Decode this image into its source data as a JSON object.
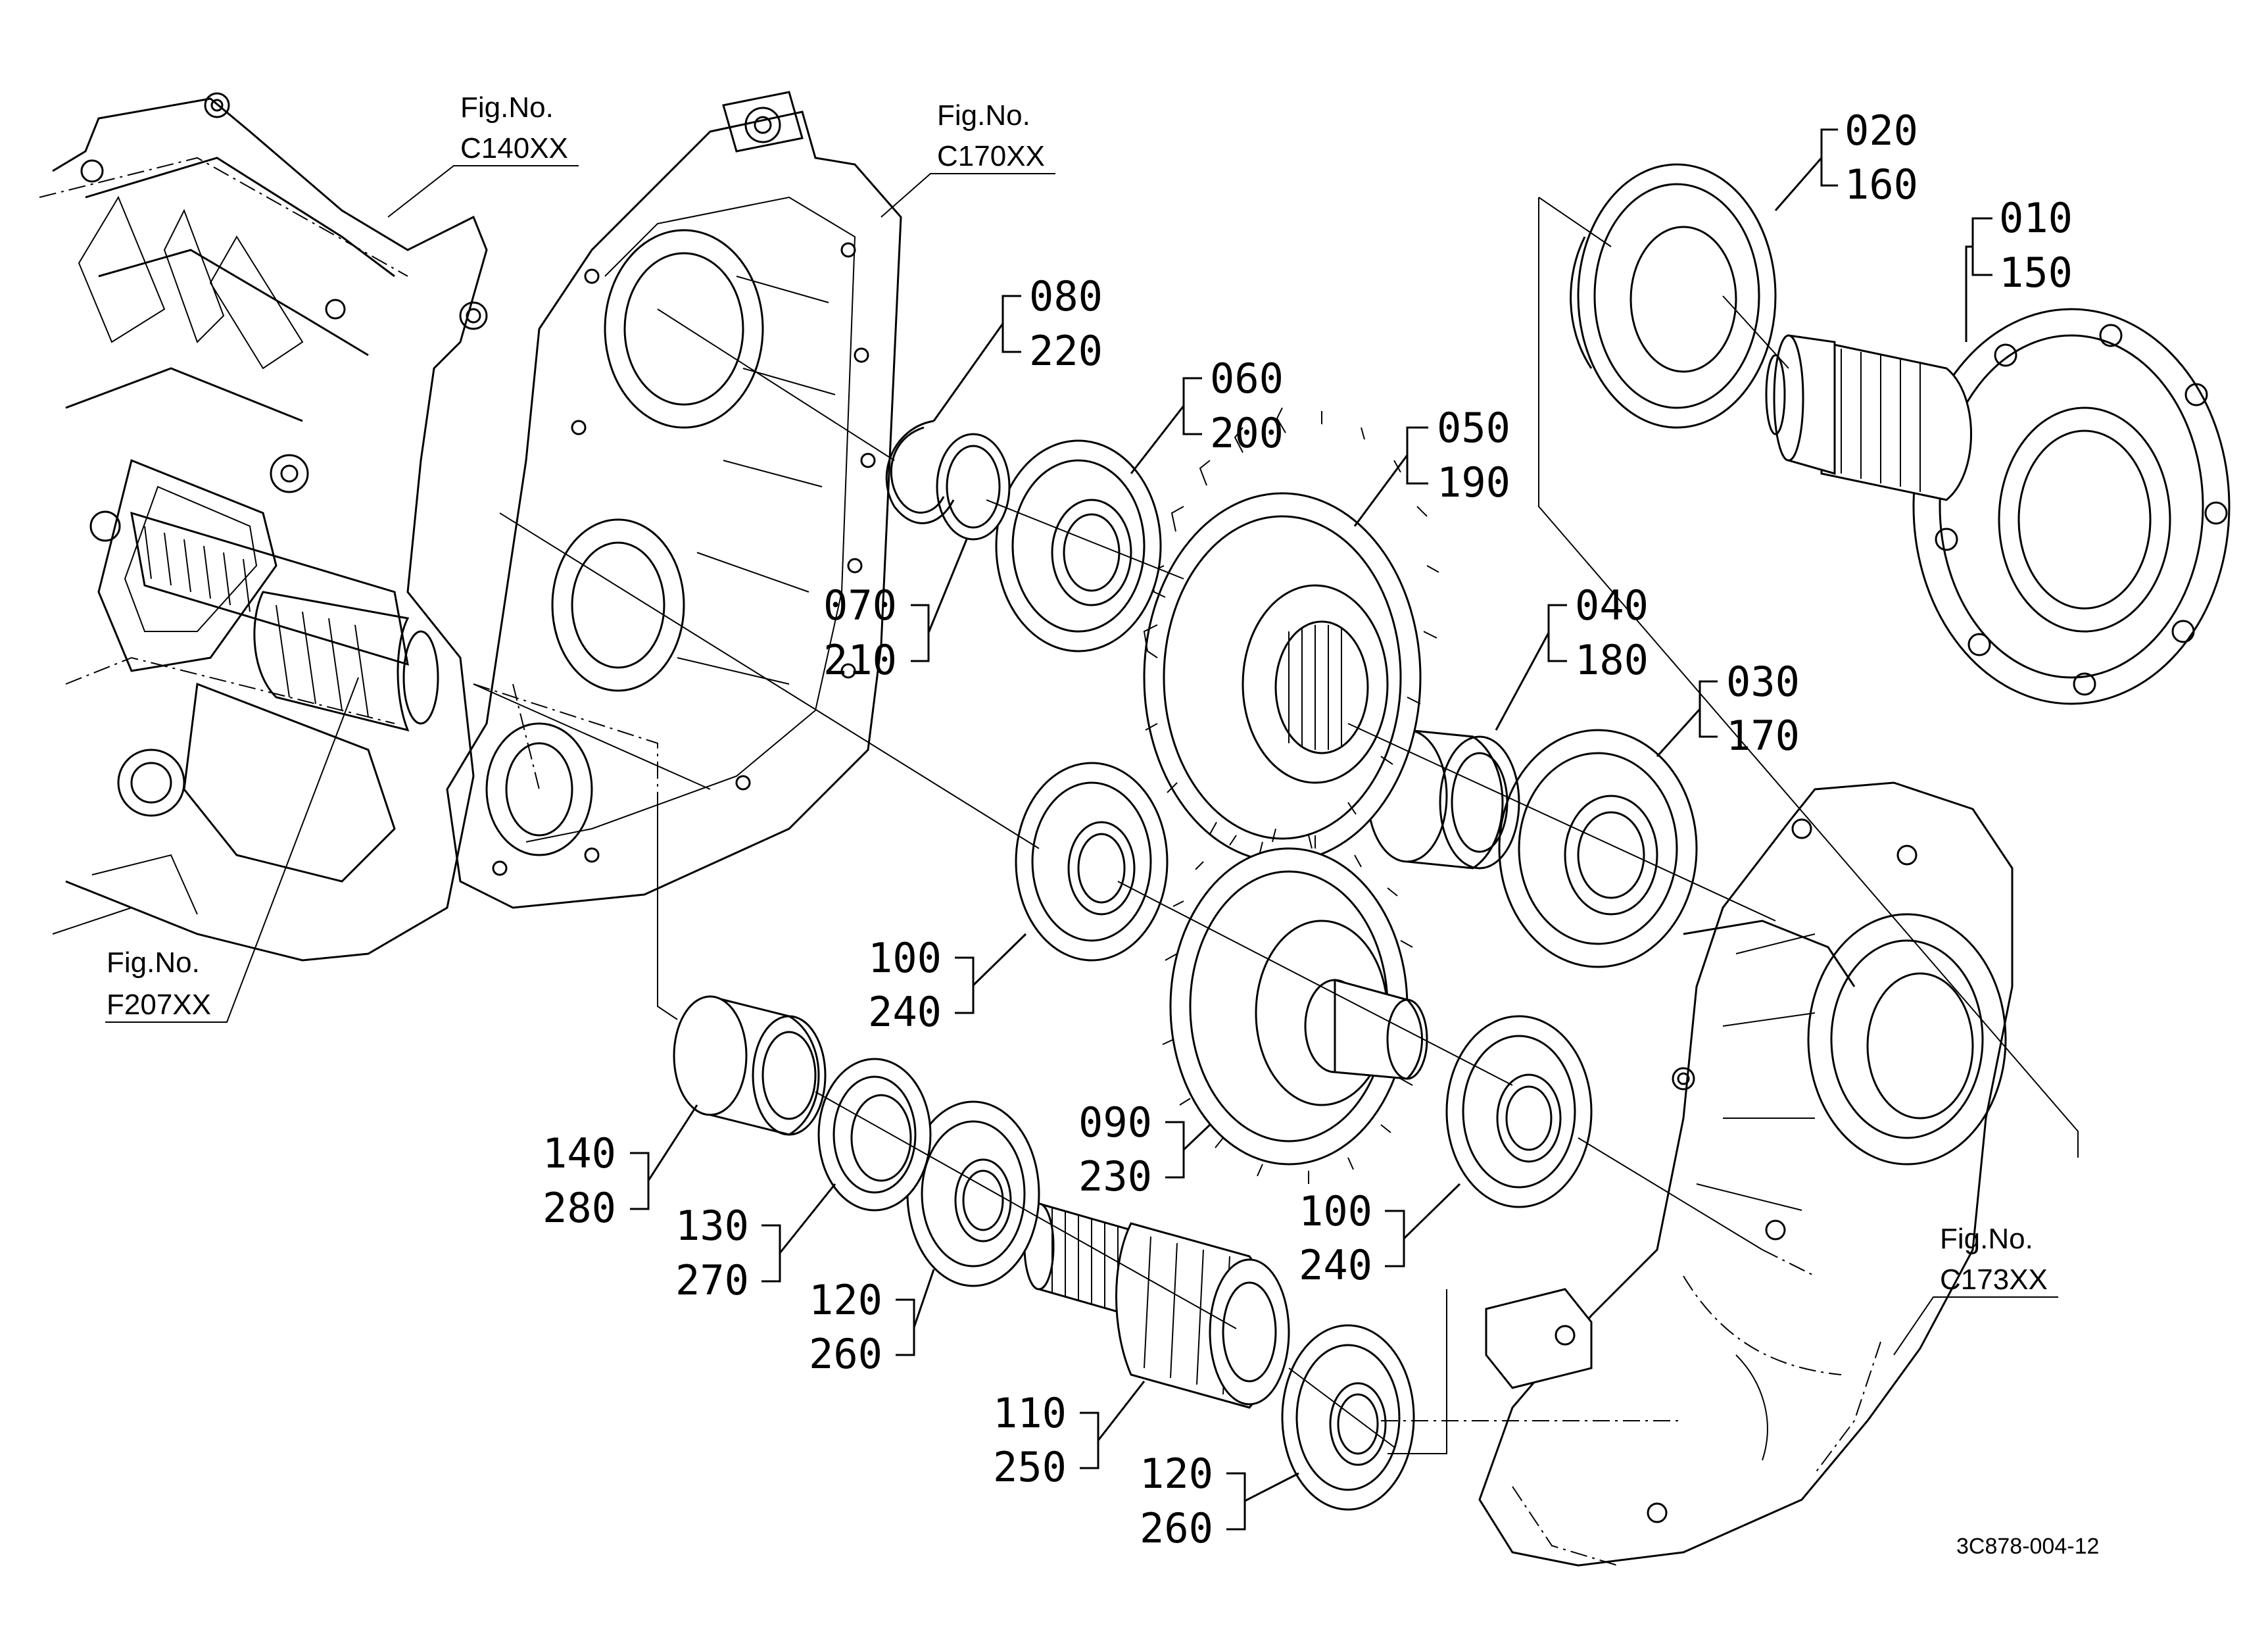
{
  "diagram": {
    "part_labels": [
      {
        "id": "p010",
        "top": "010",
        "bottom": "150"
      },
      {
        "id": "p020",
        "top": "020",
        "bottom": "160"
      },
      {
        "id": "p030",
        "top": "030",
        "bottom": "170"
      },
      {
        "id": "p040",
        "top": "040",
        "bottom": "180"
      },
      {
        "id": "p050",
        "top": "050",
        "bottom": "190"
      },
      {
        "id": "p060",
        "top": "060",
        "bottom": "200"
      },
      {
        "id": "p070",
        "top": "070",
        "bottom": "210"
      },
      {
        "id": "p080",
        "top": "080",
        "bottom": "220"
      },
      {
        "id": "p090",
        "top": "090",
        "bottom": "230"
      },
      {
        "id": "p100a",
        "top": "100",
        "bottom": "240"
      },
      {
        "id": "p100b",
        "top": "100",
        "bottom": "240"
      },
      {
        "id": "p110",
        "top": "110",
        "bottom": "250"
      },
      {
        "id": "p120a",
        "top": "120",
        "bottom": "260"
      },
      {
        "id": "p120b",
        "top": "120",
        "bottom": "260"
      },
      {
        "id": "p130",
        "top": "130",
        "bottom": "270"
      },
      {
        "id": "p140",
        "top": "140",
        "bottom": "280"
      }
    ],
    "figure_refs": [
      {
        "id": "c140",
        "label": "Fig.No.",
        "code": "C140XX"
      },
      {
        "id": "c170",
        "label": "Fig.No.",
        "code": "C170XX"
      },
      {
        "id": "f207",
        "label": "Fig.No.",
        "code": "F207XX"
      },
      {
        "id": "c173",
        "label": "Fig.No.",
        "code": "C173XX"
      }
    ],
    "drawing_code": "3C878-004-12"
  }
}
